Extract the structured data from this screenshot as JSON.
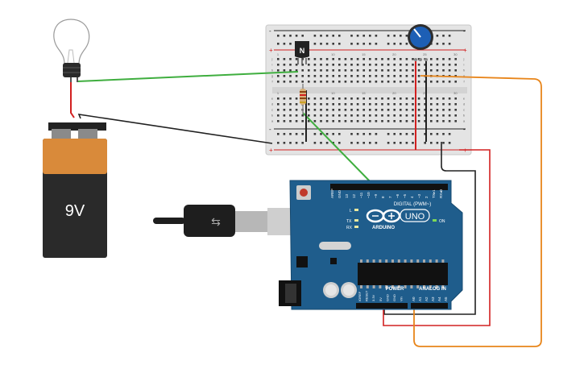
{
  "battery": {
    "label": "9V"
  },
  "transistor": {
    "label": "N"
  },
  "arduino": {
    "brand": "ARDUINO",
    "model": "UNO",
    "digital_header_label": "DIGITAL (PWM~)",
    "power_label": "POWER",
    "analog_label": "ANALOG IN",
    "led_l": "L",
    "led_tx": "TX",
    "led_rx": "RX",
    "led_on": "ON",
    "digital_pins": [
      "AREF",
      "GND",
      "13",
      "12",
      "~11",
      "~10",
      "~9",
      "8",
      "7",
      "~6",
      "~5",
      "4",
      "~3",
      "2",
      "TX▸1",
      "RX◂0"
    ],
    "power_pins": [
      "IOREF",
      "RESET",
      "3.3V",
      "5V",
      "GND",
      "GND",
      "Vin"
    ],
    "analog_pins": [
      "A0",
      "A1",
      "A2",
      "A3",
      "A4",
      "A5"
    ]
  },
  "breadboard": {
    "column_numbers": [
      "1",
      "5",
      "10",
      "15",
      "20",
      "25",
      "30"
    ],
    "row_letters": [
      "a",
      "b",
      "c",
      "d",
      "e",
      "f",
      "g",
      "h",
      "i",
      "j"
    ],
    "rail_plus": "+",
    "rail_minus": "-"
  },
  "colors": {
    "wire_green": "#3fae3f",
    "wire_red": "#d22020",
    "wire_black": "#222222",
    "wire_orange": "#e8851a",
    "board_blue": "#1f5d8c",
    "breadboard_bg": "#e6e6e6",
    "battery_orange": "#d98a3a",
    "battery_black": "#2a2a2a"
  }
}
